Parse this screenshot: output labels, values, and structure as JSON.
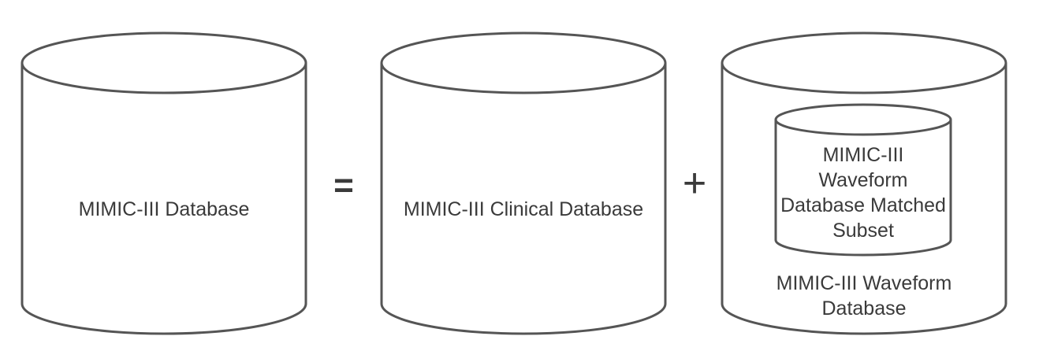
{
  "diagram": {
    "stroke_color": "#555555",
    "text_color": "#3a3a3a",
    "cylinders": [
      {
        "id": "mimic-iii-database",
        "label": "MIMIC-III Database"
      },
      {
        "id": "mimic-iii-clinical-database",
        "label": "MIMIC-III Clinical Database"
      },
      {
        "id": "mimic-iii-waveform-database",
        "label": "MIMIC-III Waveform Database"
      },
      {
        "id": "mimic-iii-waveform-matched-subset",
        "label": "MIMIC-III Waveform Database Matched Subset"
      }
    ],
    "operators": {
      "equals": "=",
      "plus": "+"
    }
  }
}
